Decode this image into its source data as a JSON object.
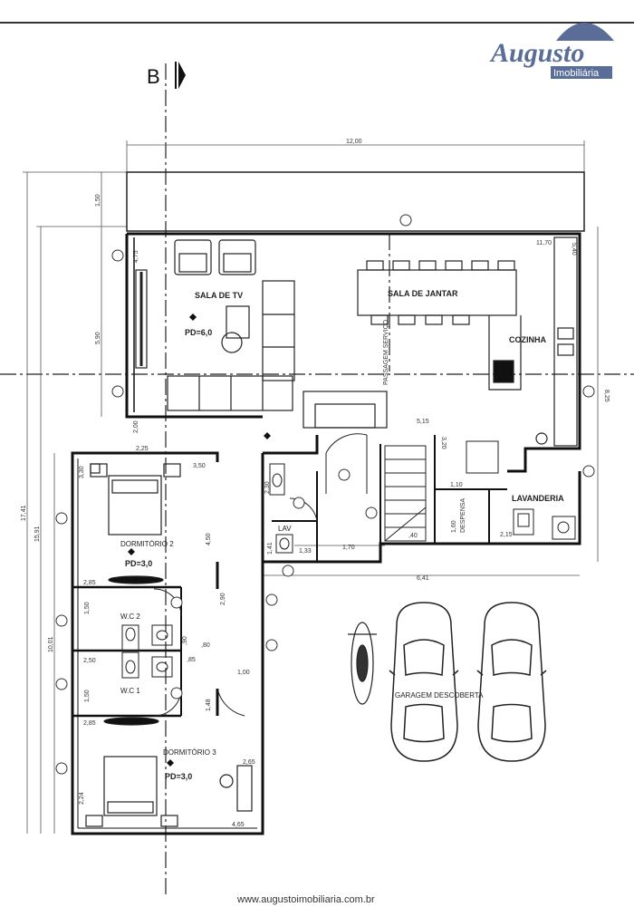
{
  "watermark": {
    "brand": "Augusto",
    "sub": "Imobiliária",
    "url": "www.augustoimobiliaria.com.br",
    "color": "#5a6d99"
  },
  "section_mark": "B",
  "rooms": {
    "sala_tv": "SALA DE TV",
    "sala_jantar": "SALA DE JANTAR",
    "cozinha": "COZINHA",
    "lavanderia": "LAVANDERIA",
    "dormitorio2": "DORMITÓRIO 2",
    "dormitorio3": "DORMITÓRIO 3",
    "wc2": "W.C 2",
    "wc1": "W.C 1",
    "lav": "LAV",
    "garagem": "GARAGEM DESCOBERTA",
    "despensa": "DESPENSA",
    "passagem": "PASSAGEM SERVIÇO"
  },
  "pd": {
    "sala_tv": "PD=6,0",
    "dormitorio2": "PD=3,0",
    "dormitorio3": "PD=3,0"
  },
  "dims": {
    "top": "12,00",
    "d150": "1,50",
    "d590": "5,90",
    "d1741": "17,41",
    "d1591": "15,91",
    "d1001": "10,01",
    "d825": "8,25",
    "d540": "5,40",
    "d1170": "11,70",
    "d475": "4,75",
    "d200": "2,00",
    "d225": "2,25",
    "d350": "3,50",
    "d330": "3,30",
    "d450": "4,50",
    "d285a": "2,85",
    "d285b": "2,85",
    "d250": "2,50",
    "d150b": "1,50",
    "d150c": "1,50",
    "d090": ",90",
    "d080": ",80",
    "d085": ",85",
    "d141": "1,41",
    "d133": "1,33",
    "d170": "1,70",
    "d641": "6,41",
    "d515": "5,15",
    "d320": "3,20",
    "d110": "1,10",
    "d160": "1,60",
    "d040": ",40",
    "d215": "2,15",
    "d100": "1,00",
    "d148": "1,48",
    "d230": "2,30",
    "d290": "2,90",
    "d224": "2,24",
    "d465": "4,65",
    "d265": "2,65"
  }
}
